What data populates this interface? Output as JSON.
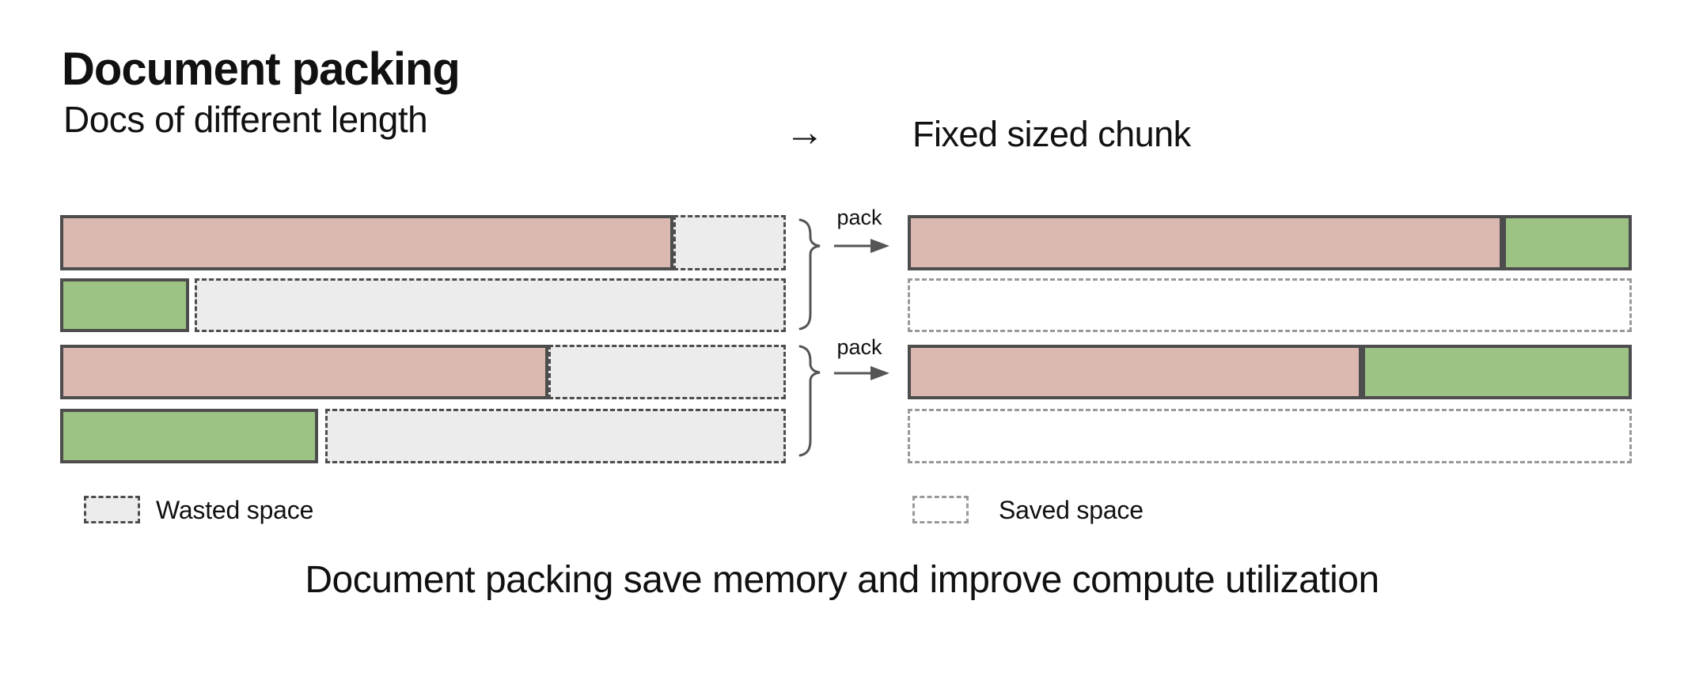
{
  "header": {
    "title": "Document packing",
    "subtitle": "Docs of different length",
    "arrow": "→",
    "right_label": "Fixed sized chunk"
  },
  "diagram": {
    "pack_labels": [
      "pack",
      "pack"
    ],
    "left_rows": [
      {
        "name": "doc-1",
        "segments": [
          {
            "kind": "pink",
            "pct": 84.5
          },
          {
            "kind": "wasted",
            "pct": 15.5
          }
        ]
      },
      {
        "name": "doc-2",
        "segments": [
          {
            "kind": "green",
            "pct": 17.8
          },
          {
            "kind": "gap",
            "pct": 0.7
          },
          {
            "kind": "wasted",
            "pct": 81.5
          }
        ]
      },
      {
        "name": "doc-3",
        "segments": [
          {
            "kind": "pink",
            "pct": 67.3
          },
          {
            "kind": "wasted",
            "pct": 32.7
          }
        ]
      },
      {
        "name": "doc-4",
        "segments": [
          {
            "kind": "green",
            "pct": 35.6
          },
          {
            "kind": "gap",
            "pct": 0.9
          },
          {
            "kind": "wasted",
            "pct": 63.5
          }
        ]
      }
    ],
    "right_rows": [
      {
        "name": "chunk-1",
        "segments": [
          {
            "kind": "pink",
            "pct": 82.2
          },
          {
            "kind": "green",
            "pct": 17.8
          }
        ]
      },
      {
        "name": "saved-1",
        "segments": [
          {
            "kind": "saved",
            "pct": 100
          }
        ]
      },
      {
        "name": "chunk-2",
        "segments": [
          {
            "kind": "pink",
            "pct": 62.7
          },
          {
            "kind": "green",
            "pct": 37.3
          }
        ]
      },
      {
        "name": "saved-2",
        "segments": [
          {
            "kind": "saved",
            "pct": 100
          }
        ]
      }
    ]
  },
  "legend": {
    "wasted_label": "Wasted space",
    "saved_label": "Saved space"
  },
  "caption": "Document packing save memory and improve compute utilization",
  "colors": {
    "pink": "#DCB9B0",
    "green": "#9CC384",
    "bar_border": "#4D4D4D",
    "wasted_fill": "#ECECEC",
    "wasted_border": "#4D4D4D",
    "saved_border": "#999999",
    "line": "#555555",
    "text": "#111111"
  }
}
